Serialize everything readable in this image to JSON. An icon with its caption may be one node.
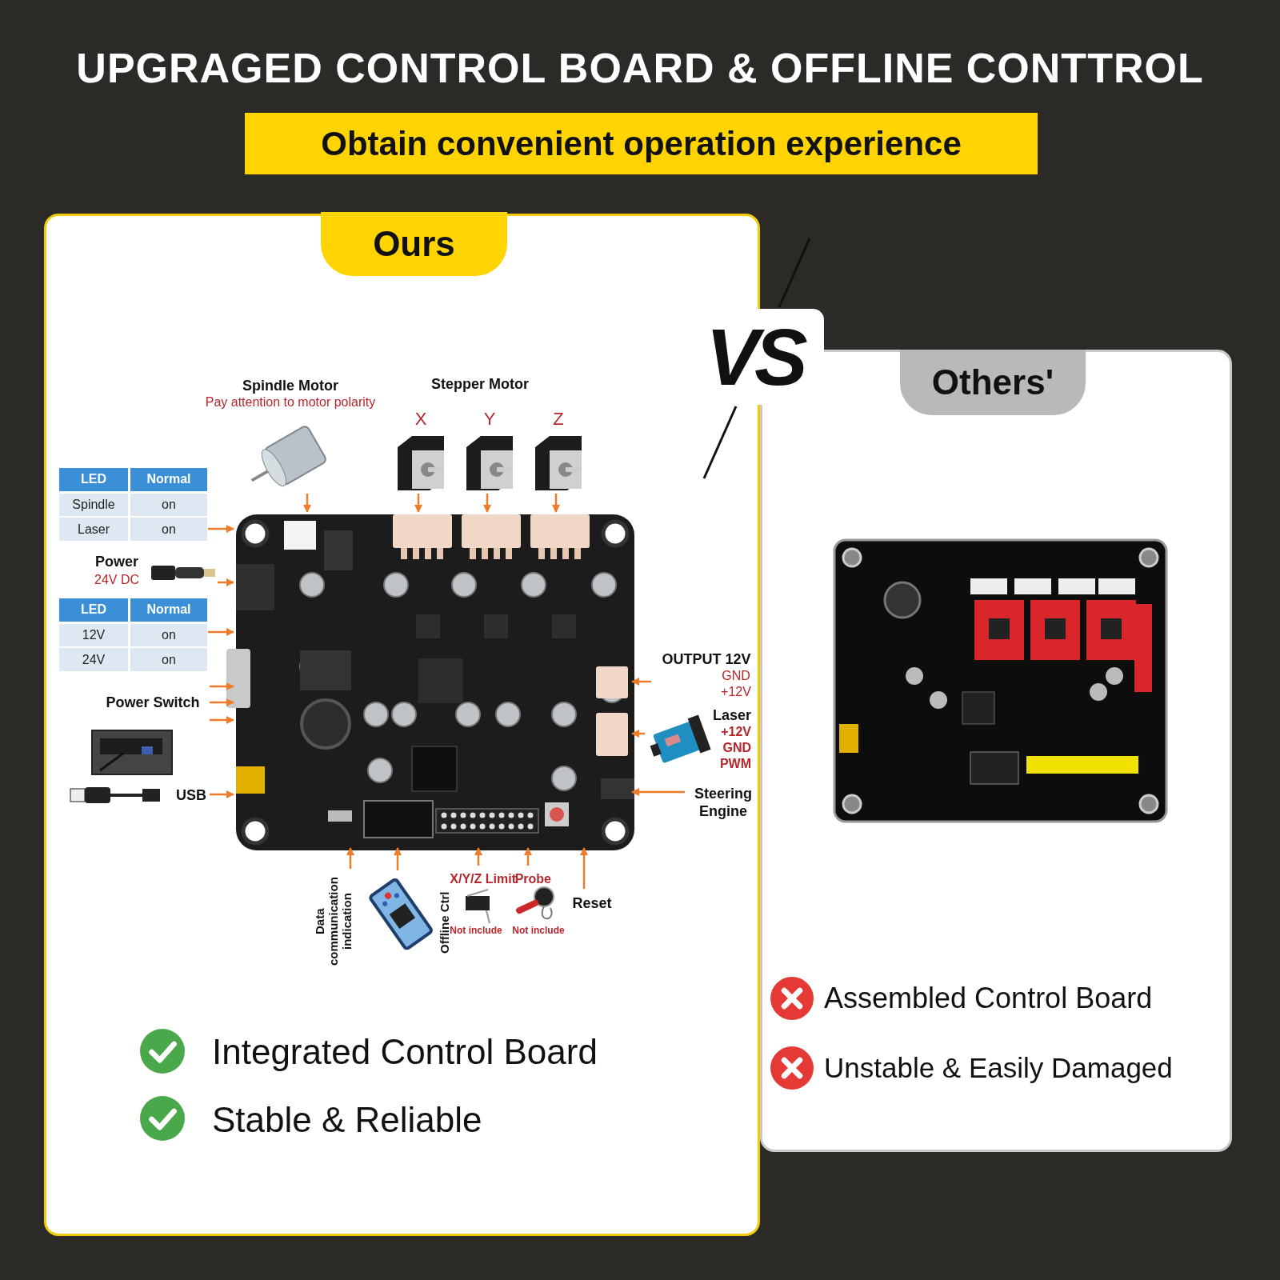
{
  "diagram": {
    "title": "UPGRAGED CONTROL BOARD & OFFLINE CONTTROL",
    "nodes": [
      {
        "text": [
          "Ours"
        ]
      },
      {
        "text": [],
        "shape": "picture",
        "in": 0
      },
      {
        "text": [],
        "shape": "picture",
        "in": 0,
        "beside": [
          "Spindle Motor",
          "Pay attention to motor polarity"
        ]
      },
      {
        "text": [],
        "shape": "picture",
        "in": 0,
        "beside": [
          "X"
        ]
      },
      {
        "text": [],
        "shape": "picture",
        "in": 0,
        "beside": [
          "Y"
        ]
      },
      {
        "text": [],
        "shape": "picture",
        "in": 0,
        "beside": [
          "Z"
        ]
      },
      {
        "text": [
          "LED",
          "Normal",
          "Spindle",
          "on",
          "Laser",
          "on"
        ],
        "in": 0
      },
      {
        "text": [],
        "shape": "picture",
        "in": 0,
        "beside": [
          "Power",
          "24V DC"
        ]
      },
      {
        "text": [
          "LED",
          "Normal",
          "12V",
          "on",
          "24V",
          "on"
        ],
        "in": 0
      },
      {
        "text": [
          "Power Switch"
        ],
        "in": 0
      },
      {
        "text": [
          "USB"
        ],
        "in": 0
      },
      {
        "text": [
          "OUTPUT 12V",
          "GND +12V"
        ],
        "in": 0
      },
      {
        "text": [],
        "shape": "picture",
        "in": 0,
        "beside": [
          "Laser",
          "+12V GND PWM"
        ]
      },
      {
        "text": [
          "Steering Engine"
        ],
        "in": 0
      },
      {
        "text": [
          "Data communication indication"
        ],
        "in": 0
      },
      {
        "text": [],
        "shape": "picture",
        "in": 0,
        "beside": [
          "Offline Ctrl"
        ]
      },
      {
        "text": [
          "X/Y/Z Limit"
        ],
        "in": 0
      },
      {
        "text": [
          "Probe"
        ],
        "in": 0
      },
      {
        "text": [
          "Reset"
        ],
        "in": 0
      },
      {
        "text": [
          "Others'"
        ]
      },
      {
        "text": [],
        "shape": "picture",
        "in": 19
      }
    ],
    "edges": [
      {
        "from": 2,
        "to": 1,
        "arrow": "to"
      },
      {
        "from": 3,
        "to": 1,
        "arrow": "to"
      },
      {
        "from": 4,
        "to": 1,
        "arrow": "to"
      },
      {
        "from": 5,
        "to": 1,
        "arrow": "to"
      },
      {
        "from": 6,
        "to": 1,
        "arrow": "to"
      },
      {
        "from": 7,
        "to": 1,
        "arrow": "to"
      },
      {
        "from": 8,
        "to": 1,
        "arrow": "to"
      },
      {
        "from": 9,
        "to": 1,
        "arrow": "to"
      },
      {
        "from": 9,
        "to": 1,
        "arrow": "to"
      },
      {
        "from": 9,
        "to": 1,
        "arrow": "to"
      },
      {
        "from": 10,
        "to": 1,
        "arrow": "to"
      },
      {
        "from": 11,
        "to": 1,
        "arrow": "to"
      },
      {
        "from": 12,
        "to": 1,
        "arrow": "to"
      },
      {
        "from": 13,
        "to": 1,
        "arrow": "to"
      },
      {
        "from": 14,
        "to": 1,
        "arrow": "to"
      },
      {
        "from": 15,
        "to": 1,
        "arrow": "to"
      },
      {
        "from": 16,
        "to": 1,
        "arrow": "to"
      },
      {
        "from": 17,
        "to": 1,
        "arrow": "to"
      },
      {
        "from": 18,
        "to": 1,
        "arrow": "to"
      }
    ],
    "labels": [
      "Obtain convenient operation experience",
      "VS",
      "Stepper Motor",
      "Not include",
      "Not include",
      "Integrated Control Board",
      "Stable & Reliable",
      "Assembled Control Board",
      "Unstable & Easily Damaged"
    ]
  }
}
